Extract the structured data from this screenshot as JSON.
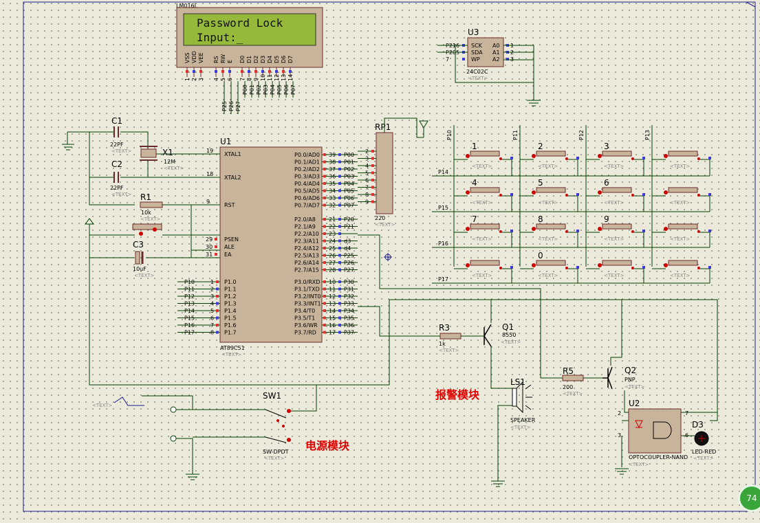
{
  "lcd": {
    "part": "LM016L",
    "line1": "Password Lock",
    "line2": "Input:_",
    "pins": [
      "VSS",
      "VDD",
      "VEE",
      "RS",
      "RW",
      "E",
      "D0",
      "D1",
      "D2",
      "D3",
      "D4",
      "D5",
      "D6",
      "D7"
    ],
    "pin_nums": [
      "1",
      "2",
      "3",
      "4",
      "5",
      "6",
      "7",
      "8",
      "9",
      "10",
      "11",
      "12",
      "13",
      "14"
    ],
    "ctl_nets": [
      "P25",
      "P26",
      "P27"
    ],
    "data_nets": [
      "P00",
      "P01",
      "P02",
      "P03",
      "P04",
      "P05",
      "P06",
      "P07"
    ]
  },
  "u3": {
    "ref": "U3",
    "part": "24C02C",
    "pins_left": [
      "SCK",
      "SDA",
      "WP"
    ],
    "pins_right": [
      "A0",
      "A1",
      "A2"
    ],
    "nets": [
      "P216",
      "P205",
      "7"
    ],
    "right_nums": [
      "1",
      "2",
      "3"
    ]
  },
  "u1": {
    "ref": "U1",
    "part": "AT89C51",
    "left_top": [
      {
        "n": "19",
        "name": "XTAL1"
      },
      {
        "n": "18",
        "name": "XTAL2"
      },
      {
        "n": "9",
        "name": "RST"
      }
    ],
    "left_mid": [
      {
        "n": "29",
        "name": "PSEN"
      },
      {
        "n": "30",
        "name": "ALE"
      },
      {
        "n": "31",
        "name": "EA"
      }
    ],
    "p1": [
      {
        "net": "P10",
        "n": "1",
        "name": "P1.0"
      },
      {
        "net": "P11",
        "n": "2",
        "name": "P1.1"
      },
      {
        "net": "P12",
        "n": "3",
        "name": "P1.2"
      },
      {
        "net": "P13",
        "n": "4",
        "name": "P1.3"
      },
      {
        "net": "P14",
        "n": "5",
        "name": "P1.4"
      },
      {
        "net": "P15",
        "n": "6",
        "name": "P1.5"
      },
      {
        "net": "P16",
        "n": "7",
        "name": "P1.6"
      },
      {
        "net": "P17",
        "n": "8",
        "name": "P1.7"
      }
    ],
    "p0": [
      {
        "name": "P0.0/AD0",
        "n": "39",
        "net": "P00"
      },
      {
        "name": "P0.1/AD1",
        "n": "38",
        "net": "P01"
      },
      {
        "name": "P0.2/AD2",
        "n": "37",
        "net": "P02"
      },
      {
        "name": "P0.3/AD3",
        "n": "36",
        "net": "P03"
      },
      {
        "name": "P0.4/AD4",
        "n": "35",
        "net": "P04"
      },
      {
        "name": "P0.5/AD5",
        "n": "34",
        "net": "P05"
      },
      {
        "name": "P0.6/AD6",
        "n": "33",
        "net": "P06"
      },
      {
        "name": "P0.7/AD7",
        "n": "32",
        "net": "P07"
      }
    ],
    "p2": [
      {
        "name": "P2.0/A8",
        "n": "21",
        "net": "P20"
      },
      {
        "name": "P2.1/A9",
        "n": "22",
        "net": "P21"
      },
      {
        "name": "P2.2/A10",
        "n": "23",
        "net": ""
      },
      {
        "name": "P2.3/A11",
        "n": "24",
        "net": "d3"
      },
      {
        "name": "P2.4/A12",
        "n": "25",
        "net": "d4"
      },
      {
        "name": "P2.5/A13",
        "n": "26",
        "net": "P25"
      },
      {
        "name": "P2.6/A14",
        "n": "27",
        "net": "P26"
      },
      {
        "name": "P2.7/A15",
        "n": "28",
        "net": "P27"
      }
    ],
    "p3": [
      {
        "name": "P3.0/RXD",
        "n": "10",
        "net": "P30"
      },
      {
        "name": "P3.1/TXD",
        "n": "11",
        "net": "P31"
      },
      {
        "name": "P3.2/INT0",
        "n": "12",
        "net": "P32"
      },
      {
        "name": "P3.3/INT1",
        "n": "13",
        "net": "P33"
      },
      {
        "name": "P3.4/T0",
        "n": "14",
        "net": "P34"
      },
      {
        "name": "P3.5/T1",
        "n": "15",
        "net": "P35"
      },
      {
        "name": "P3.6/WR",
        "n": "16",
        "net": "P36"
      },
      {
        "name": "P3.7/RD",
        "n": "17",
        "net": "P37"
      }
    ]
  },
  "rp1": {
    "ref": "RP1",
    "value": "220",
    "pins": [
      "2",
      "3",
      "4",
      "5",
      "6",
      "7",
      "8",
      "9"
    ]
  },
  "c1": {
    "ref": "C1",
    "value": "22PF"
  },
  "c2": {
    "ref": "C2",
    "value": "22PF"
  },
  "x1": {
    "ref": "X1",
    "value": "12M"
  },
  "r1": {
    "ref": "R1",
    "value": "10k"
  },
  "c3": {
    "ref": "C3",
    "value": "10uF"
  },
  "keypad": {
    "col_nets": [
      "P10",
      "P11",
      "P12",
      "P13"
    ],
    "row_nets": [
      "P14",
      "P15",
      "P16",
      "P17"
    ],
    "keys": [
      "1",
      "2",
      "3",
      "",
      "4",
      "5",
      "6",
      "",
      "7",
      "8",
      "9",
      "",
      "",
      "0",
      "",
      ""
    ]
  },
  "r3": {
    "ref": "R3",
    "value": "1k"
  },
  "q1": {
    "ref": "Q1",
    "value": "8550"
  },
  "r5": {
    "ref": "R5",
    "value": "200"
  },
  "q2": {
    "ref": "Q2",
    "value": "PNP"
  },
  "ls1": {
    "ref": "LS1",
    "value": "SPEAKER"
  },
  "u2": {
    "ref": "U2",
    "value": "OPTOCOUPLER-NAND",
    "pins": [
      "2",
      "3",
      "7",
      "6"
    ]
  },
  "d3": {
    "ref": "D3",
    "value": "LED-RED"
  },
  "sw1": {
    "ref": "SW1",
    "value": "SW-DPDT"
  },
  "labels": {
    "alarm": "报警模块",
    "power": "电源模块",
    "text": "<TEXT>"
  },
  "badge": "74"
}
